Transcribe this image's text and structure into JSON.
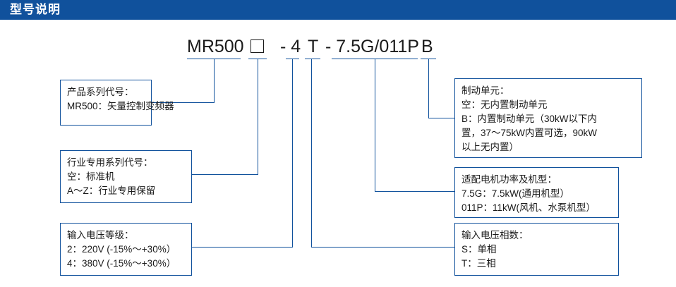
{
  "header": {
    "title": "型号说明",
    "bar_color": "#10519c",
    "text_color": "#ffffff"
  },
  "accent_color": "#10519c",
  "model_code": {
    "segments": [
      {
        "key": "series",
        "text": "MR500"
      },
      {
        "key": "industry",
        "text": "□"
      },
      {
        "key": "voltage_class",
        "text": "- 4"
      },
      {
        "key": "phase",
        "text": "T"
      },
      {
        "key": "power_type",
        "text": "- 7.5G/011P"
      },
      {
        "key": "brake",
        "text": "B"
      }
    ],
    "full": "MR500 □ - 4 T - 7.5G/011P B"
  },
  "boxes": {
    "series": {
      "title": "产品系列代号：",
      "lines": [
        "MR500：矢量控制变频器"
      ]
    },
    "industry": {
      "title": "行业专用系列代号：",
      "lines": [
        "空：标准机",
        "A～Z：行业专用保留"
      ]
    },
    "voltage_class": {
      "title": "输入电压等级：",
      "lines": [
        "2：220V (-15%～+30%）",
        "4：380V (-15%～+30%）"
      ]
    },
    "brake": {
      "title": "制动单元：",
      "lines": [
        "空：无内置制动单元",
        "B：内置制动单元（30kW以下内",
        "置，37～75kW内置可选，90kW",
        "以上无内置）"
      ]
    },
    "power_type": {
      "title": "适配电机功率及机型：",
      "lines": [
        "7.5G：7.5kW(通用机型）",
        "011P：11kW(风机、水泵机型）"
      ]
    },
    "phase": {
      "title": "输入电压相数：",
      "lines": [
        "S：单相",
        "T：三相"
      ]
    }
  }
}
